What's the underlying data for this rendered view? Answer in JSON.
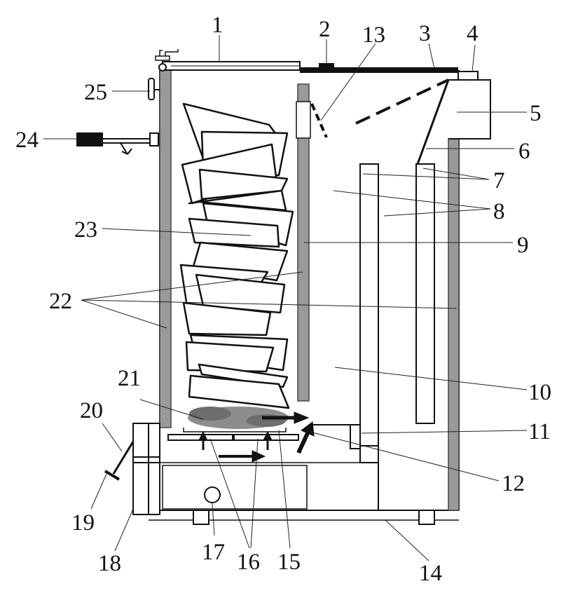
{
  "diagram": {
    "colors": {
      "line": "#111111",
      "wall_fill": "#9a9a9a",
      "wall_stroke": "#444444",
      "ash": "#7a7a7a",
      "background": "#ffffff"
    },
    "callouts": [
      "1",
      "2",
      "3",
      "4",
      "5",
      "6",
      "7",
      "8",
      "9",
      "10",
      "11",
      "12",
      "13",
      "14",
      "15",
      "16",
      "17",
      "18",
      "19",
      "20",
      "21",
      "22",
      "23",
      "24",
      "25"
    ]
  }
}
